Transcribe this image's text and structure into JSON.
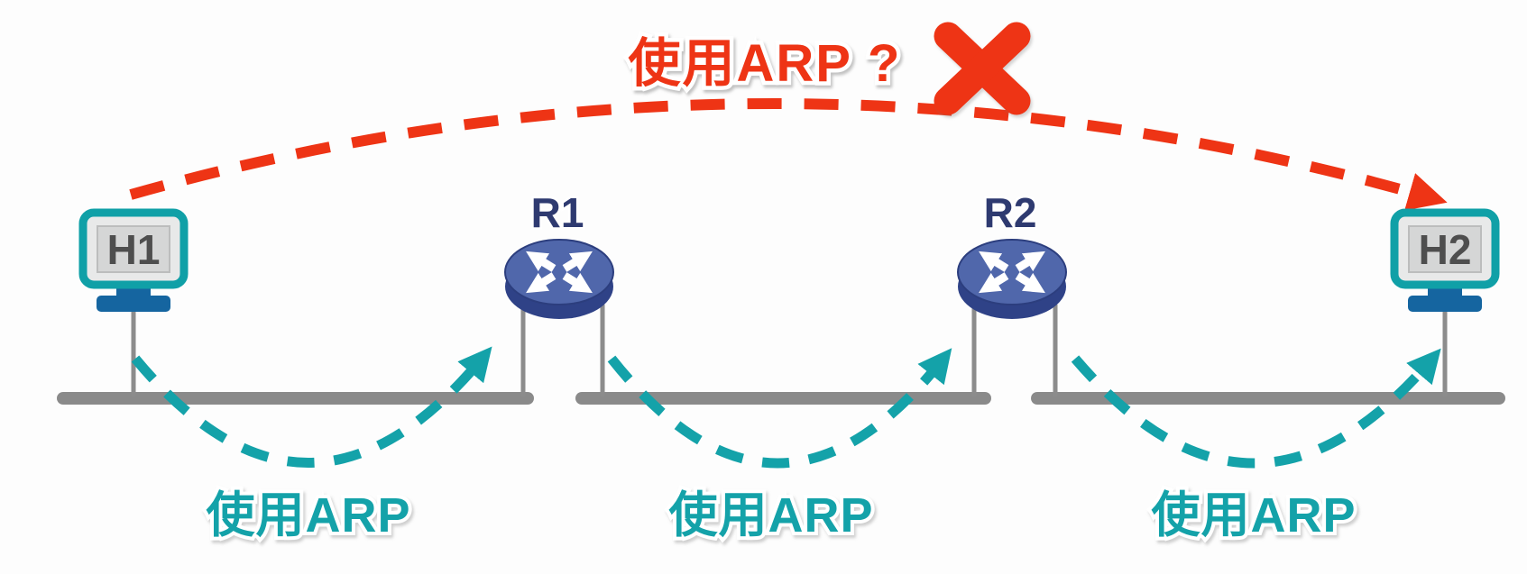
{
  "diagram": {
    "title": {
      "label": "使用ARP ?"
    },
    "forbidden_icon": "red-x-cross",
    "hosts": [
      {
        "id": "h1",
        "label": "H1"
      },
      {
        "id": "h2",
        "label": "H2"
      }
    ],
    "routers": [
      {
        "id": "r1",
        "label": "R1"
      },
      {
        "id": "r2",
        "label": "R2"
      }
    ],
    "segment_arcs": [
      {
        "label": "使用ARP"
      },
      {
        "label": "使用ARP"
      },
      {
        "label": "使用ARP"
      }
    ],
    "colors": {
      "red_accent": "#ee3415",
      "teal_accent": "#14a2a9",
      "router_blue_top": "#5067ab",
      "router_blue_rim": "#2f4287",
      "node_label_navy": "#2e3a70",
      "bus_gray": "#8a8a8a",
      "monitor_frame_teal": "#10a0a7",
      "monitor_screen_gray": "#d5d6d6",
      "monitor_text_gray": "#4e4e4e",
      "stand_blue": "#1565a0",
      "background": "#fdfdfd"
    }
  }
}
